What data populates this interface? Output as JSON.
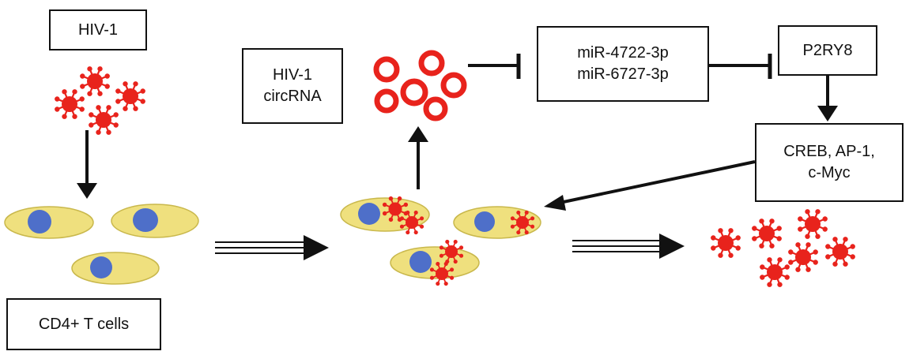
{
  "colors": {
    "virus": "#e8231c",
    "cell_body": "#efe07e",
    "cell_outline": "#c9b84c",
    "nucleus": "#4e6fc9",
    "arrow": "#111111",
    "box_border": "#111111"
  },
  "boxes": {
    "hiv": "HIV-1",
    "circrna": [
      "HIV-1",
      "circRNA"
    ],
    "mirna": [
      "miR-4722-3p",
      "miR-6727-3p"
    ],
    "p2ry8": "P2RY8",
    "tf": [
      "CREB, AP-1,",
      "c-Myc"
    ],
    "cd4": "CD4+ T cells"
  },
  "icons": {
    "virion": "hiv-virion-icon",
    "circ_ring": "circrna-ring-icon",
    "cell": "cd4-t-cell-icon"
  }
}
